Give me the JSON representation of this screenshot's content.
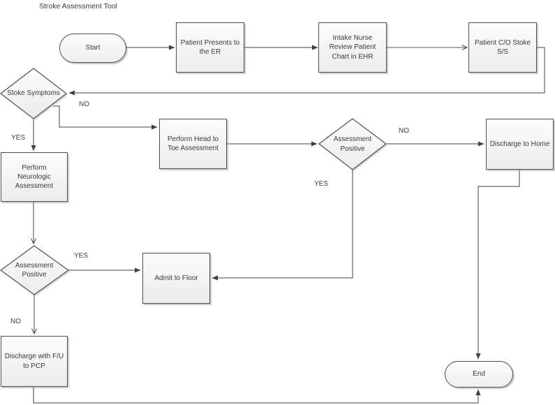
{
  "title": "Stroke Assessment Tool",
  "colors": {
    "background": "#ffffff",
    "shape_fill_top": "#fcfcfc",
    "shape_fill_bottom": "#ececec",
    "shape_border": "#4f4f4f",
    "connector": "#404040",
    "text": "#3a3a3a"
  },
  "nodes": {
    "start": {
      "label": "Start",
      "type": "terminator"
    },
    "patient_presents": {
      "label": "Patient Presents to the ER",
      "type": "process"
    },
    "intake_nurse": {
      "label": "Intake Nurse Review Patient Chart in EHR",
      "type": "process"
    },
    "patient_co_stoke": {
      "label": "Patient C/O Stoke S/S",
      "type": "process"
    },
    "stoke_symptoms": {
      "label": "Stoke Symptoms",
      "type": "decision"
    },
    "head_to_toe": {
      "label": "Perform Head to Toe Assessment",
      "type": "process"
    },
    "assessment_positive_head": {
      "label": "Assessment Positive",
      "type": "decision"
    },
    "discharge_home": {
      "label": "Discharge to Home",
      "type": "process"
    },
    "neurologic": {
      "label": "Perform Neurologic Assessment",
      "type": "process"
    },
    "assessment_positive_neuro": {
      "label": "Assessment Positive",
      "type": "decision"
    },
    "admit_floor": {
      "label": "Admit to Floor",
      "type": "process"
    },
    "discharge_fu_pcp": {
      "label": "Discharge with F/U to PCP",
      "type": "process"
    },
    "end": {
      "label": "End",
      "type": "terminator"
    }
  },
  "edge_labels": {
    "stoke_no": "NO",
    "stoke_yes": "YES",
    "head_assess_no": "NO",
    "head_assess_yes": "YES",
    "neuro_assess_yes": "YES",
    "neuro_assess_no": "NO"
  }
}
